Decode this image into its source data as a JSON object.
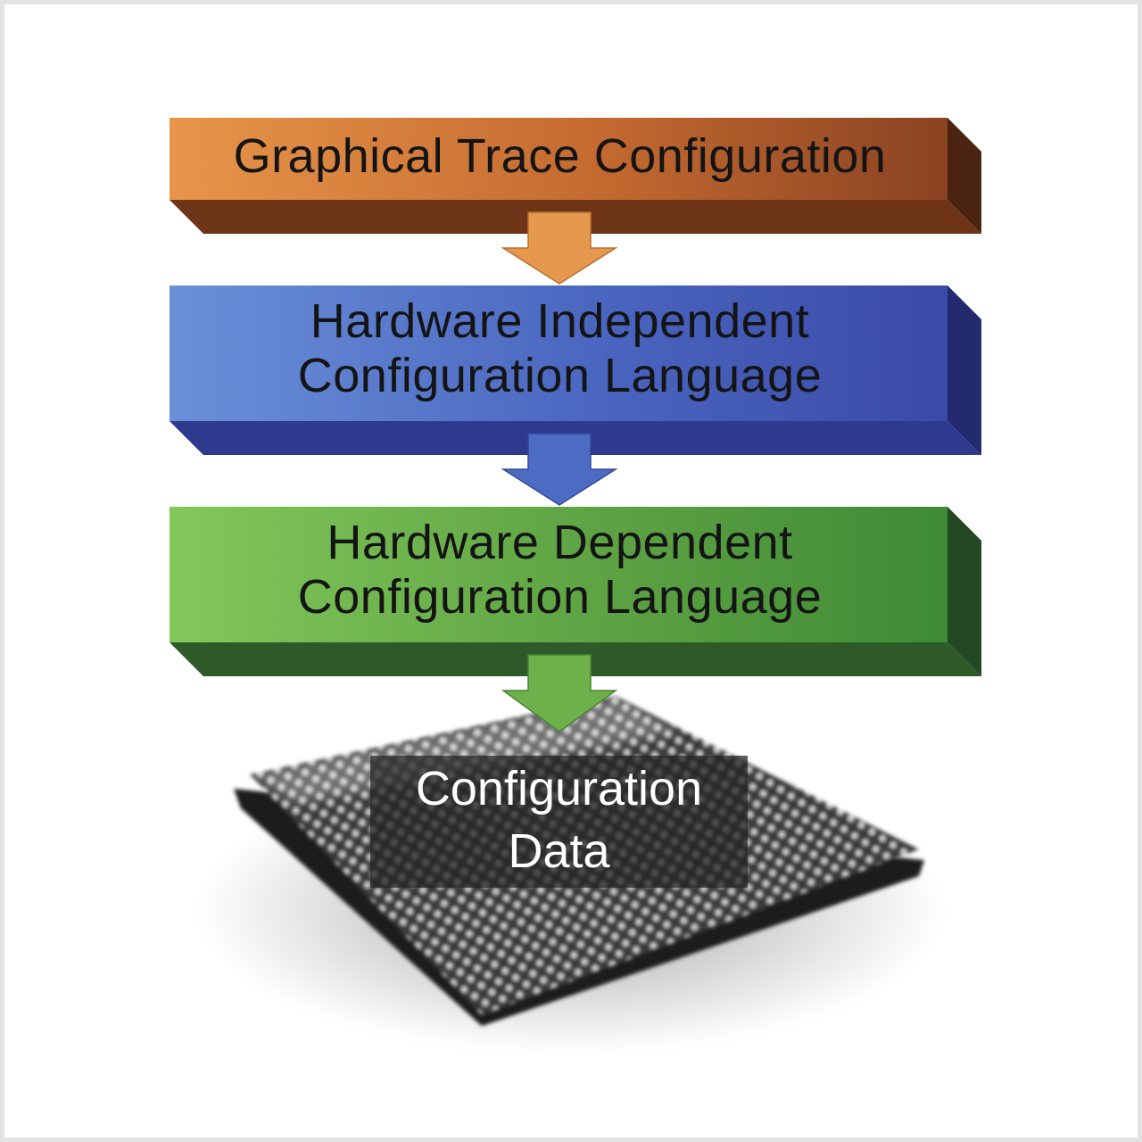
{
  "stages": [
    {
      "lines": [
        "Graphical Trace Configuration"
      ],
      "color": "orange"
    },
    {
      "lines": [
        "Hardware Independent",
        "Configuration Language"
      ],
      "color": "blue"
    },
    {
      "lines": [
        "Hardware Dependent",
        "Configuration Language"
      ],
      "color": "green"
    }
  ],
  "output": {
    "lines": [
      "Configuration",
      "Data"
    ],
    "icon": "chip-icon"
  },
  "colors": {
    "orange_light": "#e8954a",
    "orange_dark": "#6e3418",
    "blue_light": "#6a8fd6",
    "blue_dark": "#2e3a8e",
    "green_light": "#78c050",
    "green_dark": "#2e5a2a"
  }
}
